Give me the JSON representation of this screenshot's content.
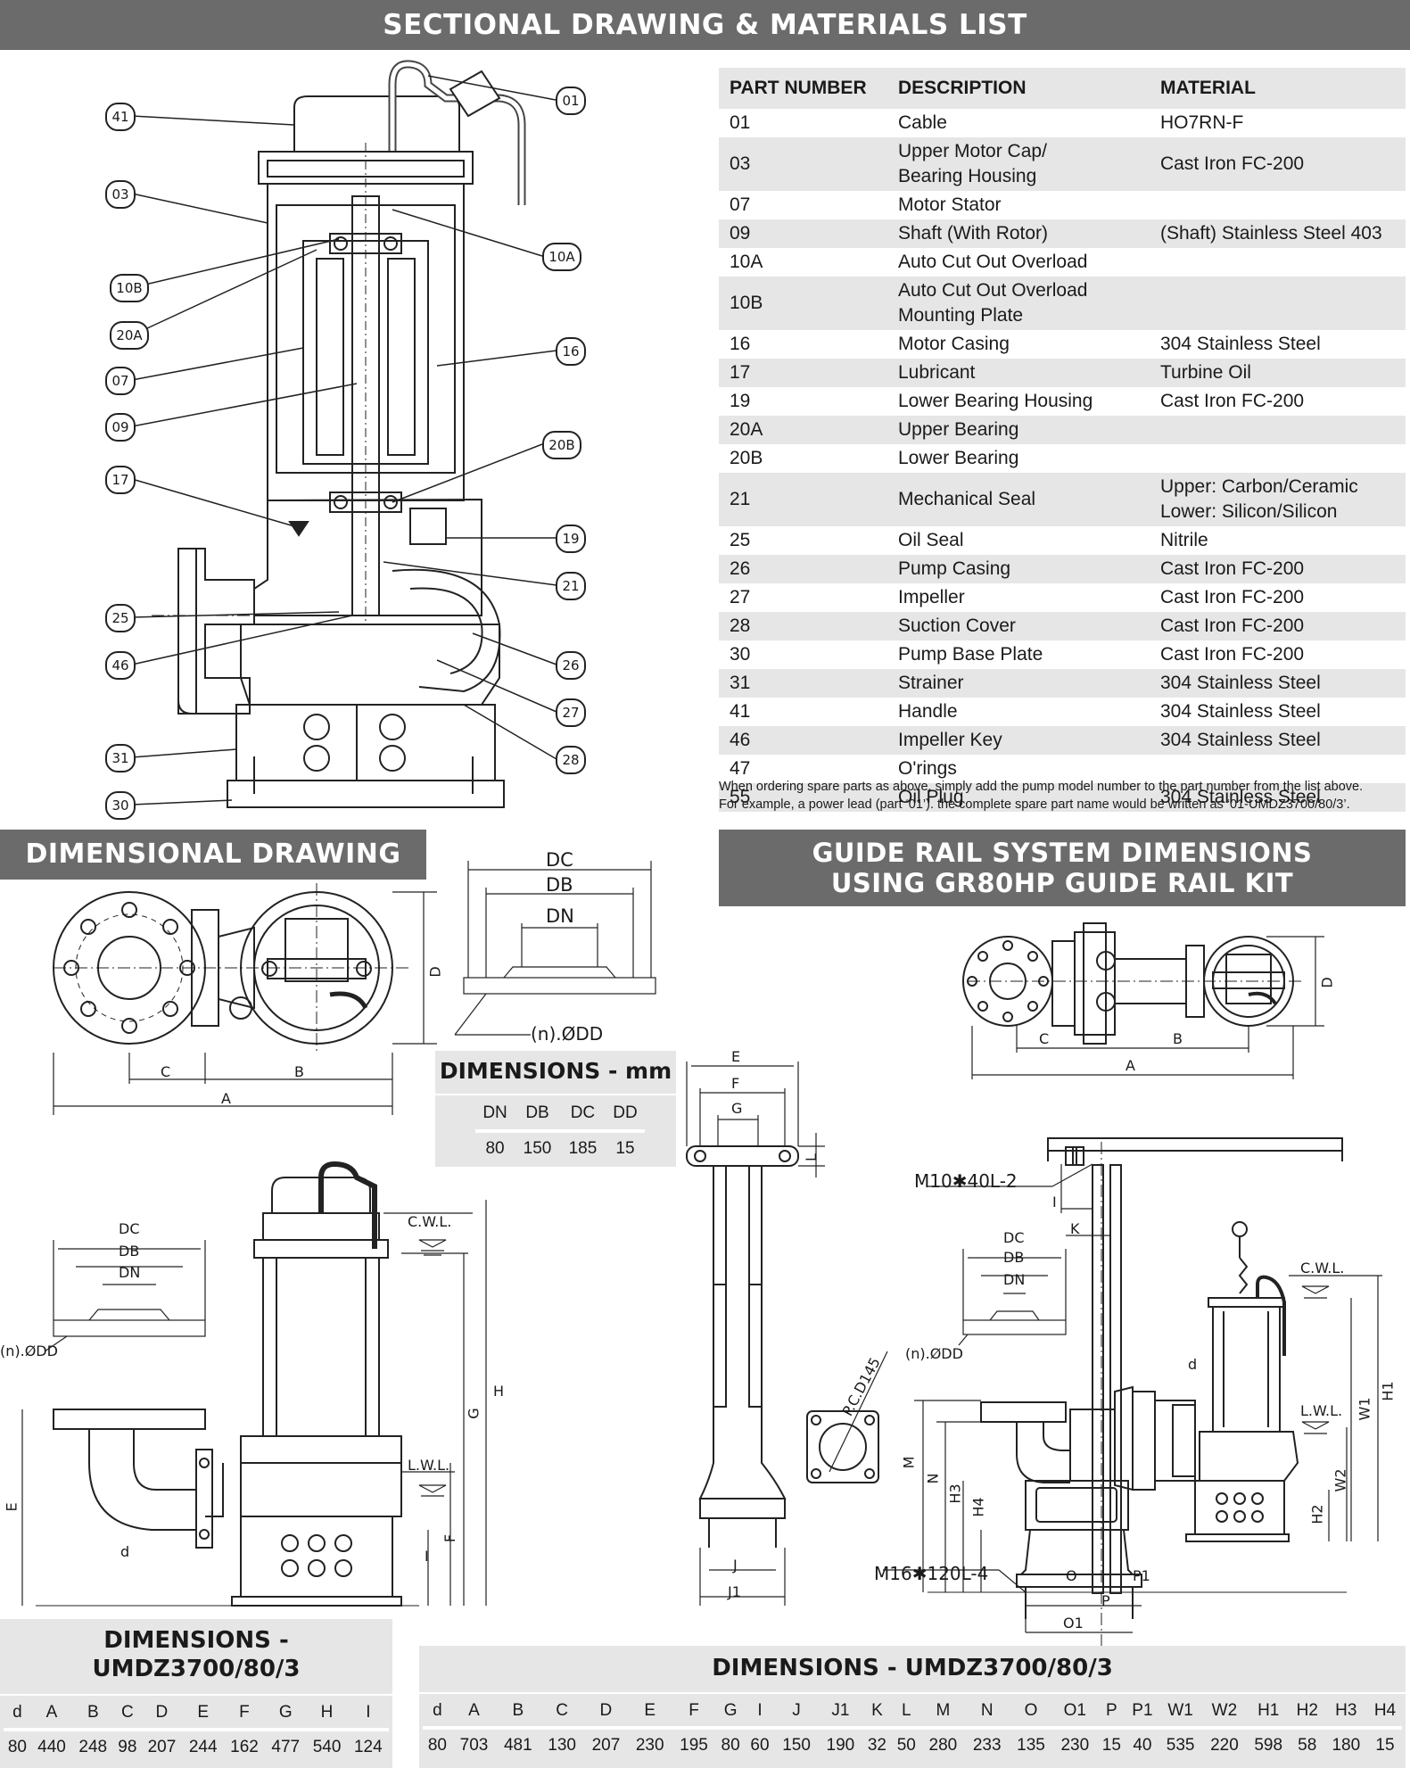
{
  "banners": {
    "sectional": "SECTIONAL DRAWING & MATERIALS LIST",
    "dimensional": "DIMENSIONAL DRAWING",
    "guide_line1": "GUIDE RAIL SYSTEM DIMENSIONS",
    "guide_line2": "USING GR80HP GUIDE RAIL KIT"
  },
  "parts_table": {
    "headers": [
      "PART NUMBER",
      "DESCRIPTION",
      "MATERIAL"
    ],
    "rows": [
      {
        "part": "01",
        "desc": "Cable",
        "desc2": "",
        "mat": "HO7RN-F",
        "mat2": ""
      },
      {
        "part": "03",
        "desc": "Upper Motor Cap/",
        "desc2": "Bearing Housing",
        "mat": "Cast Iron FC-200",
        "mat2": ""
      },
      {
        "part": "07",
        "desc": "Motor Stator",
        "desc2": "",
        "mat": "",
        "mat2": ""
      },
      {
        "part": "09",
        "desc": "Shaft (With Rotor)",
        "desc2": "",
        "mat": "(Shaft) Stainless Steel 403",
        "mat2": ""
      },
      {
        "part": "10A",
        "desc": "Auto Cut Out Overload",
        "desc2": "",
        "mat": "",
        "mat2": ""
      },
      {
        "part": "10B",
        "desc": "Auto Cut Out Overload",
        "desc2": "Mounting Plate",
        "mat": "",
        "mat2": ""
      },
      {
        "part": "16",
        "desc": "Motor Casing",
        "desc2": "",
        "mat": "304 Stainless Steel",
        "mat2": ""
      },
      {
        "part": "17",
        "desc": "Lubricant",
        "desc2": "",
        "mat": "Turbine Oil",
        "mat2": ""
      },
      {
        "part": "19",
        "desc": "Lower Bearing Housing",
        "desc2": "",
        "mat": "Cast Iron FC-200",
        "mat2": ""
      },
      {
        "part": "20A",
        "desc": "Upper Bearing",
        "desc2": "",
        "mat": "",
        "mat2": ""
      },
      {
        "part": "20B",
        "desc": "Lower Bearing",
        "desc2": "",
        "mat": "",
        "mat2": ""
      },
      {
        "part": "21",
        "desc": "Mechanical Seal",
        "desc2": "",
        "mat": "Upper: Carbon/Ceramic",
        "mat2": "Lower: Silicon/Silicon"
      },
      {
        "part": "25",
        "desc": "Oil Seal",
        "desc2": "",
        "mat": "Nitrile",
        "mat2": ""
      },
      {
        "part": "26",
        "desc": "Pump Casing",
        "desc2": "",
        "mat": "Cast Iron FC-200",
        "mat2": ""
      },
      {
        "part": "27",
        "desc": "Impeller",
        "desc2": "",
        "mat": "Cast Iron FC-200",
        "mat2": ""
      },
      {
        "part": "28",
        "desc": "Suction Cover",
        "desc2": "",
        "mat": "Cast Iron FC-200",
        "mat2": ""
      },
      {
        "part": "30",
        "desc": "Pump Base Plate",
        "desc2": "",
        "mat": "Cast Iron FC-200",
        "mat2": ""
      },
      {
        "part": "31",
        "desc": "Strainer",
        "desc2": "",
        "mat": "304 Stainless Steel",
        "mat2": ""
      },
      {
        "part": "41",
        "desc": "Handle",
        "desc2": "",
        "mat": "304 Stainless Steel",
        "mat2": ""
      },
      {
        "part": "46",
        "desc": "Impeller Key",
        "desc2": "",
        "mat": "304 Stainless Steel",
        "mat2": ""
      },
      {
        "part": "47",
        "desc": "O'rings",
        "desc2": "",
        "mat": "",
        "mat2": ""
      },
      {
        "part": "55",
        "desc": "Oil Plug",
        "desc2": "",
        "mat": "304 Stainless Steel",
        "mat2": ""
      }
    ]
  },
  "note": {
    "line1": "When ordering spare parts as above, simply add the pump model number to the part number from the list above.",
    "line2": "For example, a power lead (part ‘01’). the complete spare part name would be written as ‘01-UMDZ3700/80/3’."
  },
  "callouts": [
    "41",
    "03",
    "10B",
    "20A",
    "07",
    "09",
    "17",
    "25",
    "46",
    "31",
    "30",
    "01",
    "10A",
    "16",
    "20B",
    "19",
    "21",
    "26",
    "27",
    "28"
  ],
  "flange_dims": {
    "title": "DIMENSIONS - mm",
    "headers": [
      "DN",
      "DB",
      "DC",
      "DD"
    ],
    "values": [
      "80",
      "150",
      "185",
      "15"
    ]
  },
  "pump_dims": {
    "title_line1": "DIMENSIONS -",
    "title_line2": "UMDZ3700/80/3",
    "headers": [
      "d",
      "A",
      "B",
      "C",
      "D",
      "E",
      "F",
      "G",
      "H",
      "I"
    ],
    "values": [
      "80",
      "440",
      "248",
      "98",
      "207",
      "244",
      "162",
      "477",
      "540",
      "124"
    ]
  },
  "guide_dims": {
    "title": "DIMENSIONS - UMDZ3700/80/3",
    "headers": [
      "d",
      "A",
      "B",
      "C",
      "D",
      "E",
      "F",
      "G",
      "I",
      "J",
      "J1",
      "K",
      "L",
      "M",
      "N",
      "O",
      "O1",
      "P",
      "P1",
      "W1",
      "W2",
      "H1",
      "H2",
      "H3",
      "H4"
    ],
    "values": [
      "80",
      "703",
      "481",
      "130",
      "207",
      "230",
      "195",
      "80",
      "60",
      "150",
      "190",
      "32",
      "50",
      "280",
      "233",
      "135",
      "230",
      "15",
      "40",
      "535",
      "220",
      "598",
      "58",
      "180",
      "15"
    ]
  },
  "drawing_labels": {
    "dc": "DC",
    "db": "DB",
    "dn": "DN",
    "ndd": "(n).ØDD",
    "a": "A",
    "b": "B",
    "c": "C",
    "d": "D",
    "e": "E",
    "f": "F",
    "g": "G",
    "h": "H",
    "i": "I",
    "small_d": "d",
    "cwl": "C.W.L.",
    "lwl": "L.W.L.",
    "j": "J",
    "j1": "J1",
    "l": "L",
    "k": "K",
    "m10": "M10✱40L-2",
    "m16": "M16✱120L-4",
    "pcd": "P.C.D145",
    "m": "M",
    "n": "N",
    "h3": "H3",
    "h4": "H4",
    "o": "O",
    "o1": "O1",
    "p": "P",
    "p1": "P1",
    "w1": "W1",
    "w2": "W2",
    "h1": "H1",
    "h2": "H2"
  }
}
